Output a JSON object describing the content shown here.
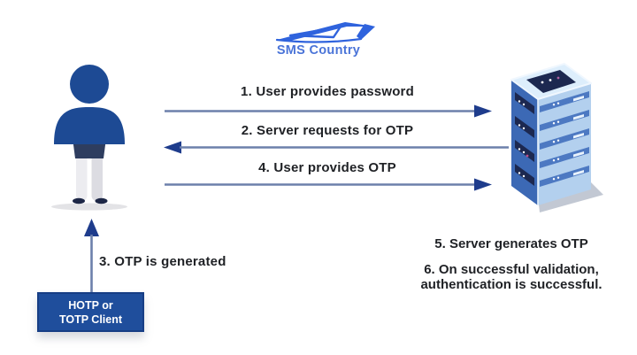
{
  "logo": {
    "text": "SMS Country"
  },
  "labels": {
    "step1": "1. User provides password",
    "step2": "2. Server requests for OTP",
    "step3": "3. OTP is generated",
    "step4": "4. User provides OTP",
    "step5": "5. Server generates OTP",
    "step6_line1": "6. On successful validation,",
    "step6_line2": "authentication is successful."
  },
  "client_box": {
    "line1": "HOTP or",
    "line2": "TOTP Client"
  },
  "colors": {
    "logo_blue": "#2f63dd",
    "logo_text_blue": "#4a74d8",
    "actor_blue": "#1d4a94",
    "shirt_navy": "#2e3d5f",
    "arrow_line": "#6d80ab",
    "arrow_head": "#1e3c8c",
    "box_fill": "#1f4e9c",
    "box_border": "#173e85",
    "label_text": "#1f2125",
    "server_front": "#b3d0ee",
    "server_side": "#3c69b5",
    "server_top": "#ddeefc",
    "server_panel_dark": "#1c2850",
    "server_band": "#4d79c2"
  }
}
